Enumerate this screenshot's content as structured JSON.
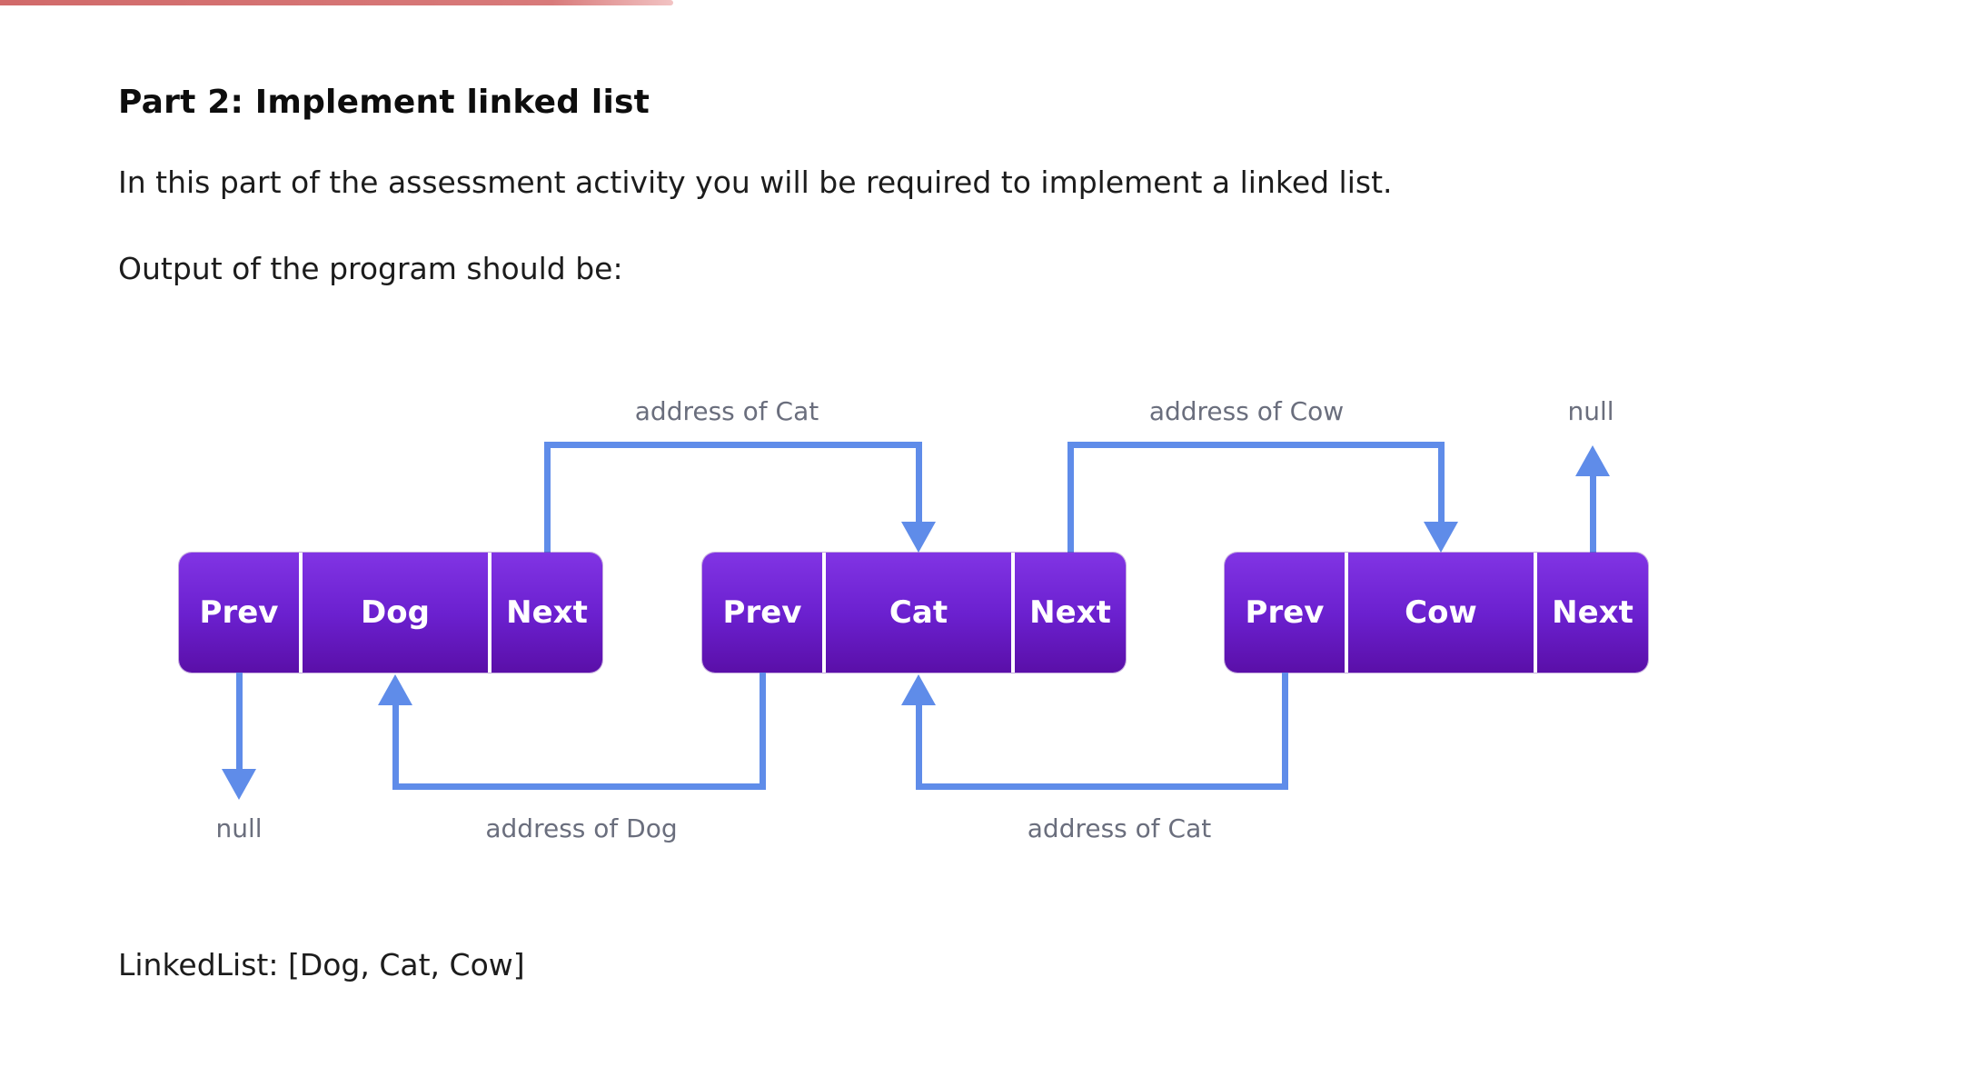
{
  "document": {
    "heading": "Part 2: Implement linked list",
    "intro": "In this part of the assessment activity you will be required to implement a linked list.",
    "output_intro": "Output of the program should be:",
    "result_line": "LinkedList: [Dog, Cat, Cow]"
  },
  "diagram": {
    "nodes": [
      {
        "prev": "Prev",
        "value": "Dog",
        "next": "Next"
      },
      {
        "prev": "Prev",
        "value": "Cat",
        "next": "Next"
      },
      {
        "prev": "Prev",
        "value": "Cow",
        "next": "Next"
      }
    ],
    "labels": {
      "top_dog_next": "address of Cat",
      "top_cat_next": "address of Cow",
      "top_cow_next": "null",
      "bottom_dog_prev": "null",
      "bottom_cat_prev": "address of Dog",
      "bottom_cow_prev": "address of Cat"
    },
    "colors": {
      "node_gradient_top": "#8134e4",
      "node_gradient_bottom": "#5a0fa8",
      "arrow_blue": "#5f8ce9",
      "label_gray": "#6a6e7d",
      "accent_red": "#d16a6a"
    }
  }
}
